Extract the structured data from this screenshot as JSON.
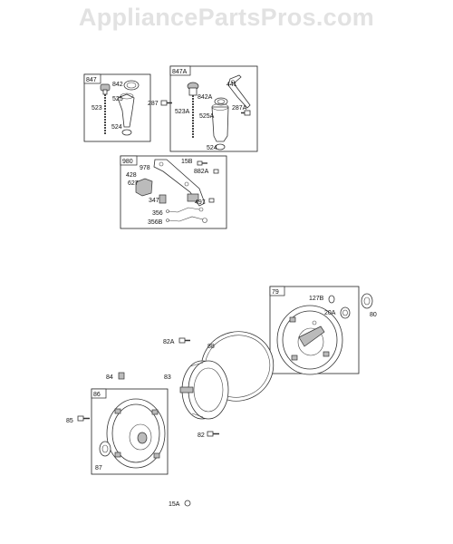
{
  "watermark": "AppliancePartsPros.com",
  "groups": [
    {
      "id": "847"
    },
    {
      "id": "847A"
    },
    {
      "id": "980"
    },
    {
      "id": "79"
    },
    {
      "id": "86"
    }
  ],
  "part_labels": [
    {
      "key": "842",
      "text": "842"
    },
    {
      "key": "525",
      "text": "525"
    },
    {
      "key": "523",
      "text": "523"
    },
    {
      "key": "524",
      "text": "524"
    },
    {
      "key": "287",
      "text": "287"
    },
    {
      "key": "441",
      "text": "441"
    },
    {
      "key": "842A",
      "text": "842A"
    },
    {
      "key": "523A",
      "text": "523A"
    },
    {
      "key": "525A",
      "text": "525A"
    },
    {
      "key": "287A",
      "text": "287A"
    },
    {
      "key": "524b",
      "text": "524"
    },
    {
      "key": "15B",
      "text": "15B"
    },
    {
      "key": "978",
      "text": "978"
    },
    {
      "key": "882A",
      "text": "882A"
    },
    {
      "key": "428",
      "text": "428"
    },
    {
      "key": "627",
      "text": "627"
    },
    {
      "key": "347",
      "text": "347"
    },
    {
      "key": "497",
      "text": "497"
    },
    {
      "key": "356",
      "text": "356"
    },
    {
      "key": "356B",
      "text": "356B"
    },
    {
      "key": "127B",
      "text": "127B"
    },
    {
      "key": "20A",
      "text": "20A"
    },
    {
      "key": "80",
      "text": "80"
    },
    {
      "key": "82A",
      "text": "82A"
    },
    {
      "key": "88",
      "text": "88"
    },
    {
      "key": "84",
      "text": "84"
    },
    {
      "key": "83",
      "text": "83"
    },
    {
      "key": "85",
      "text": "85"
    },
    {
      "key": "82",
      "text": "82"
    },
    {
      "key": "87",
      "text": "87"
    },
    {
      "key": "15A",
      "text": "15A"
    }
  ]
}
